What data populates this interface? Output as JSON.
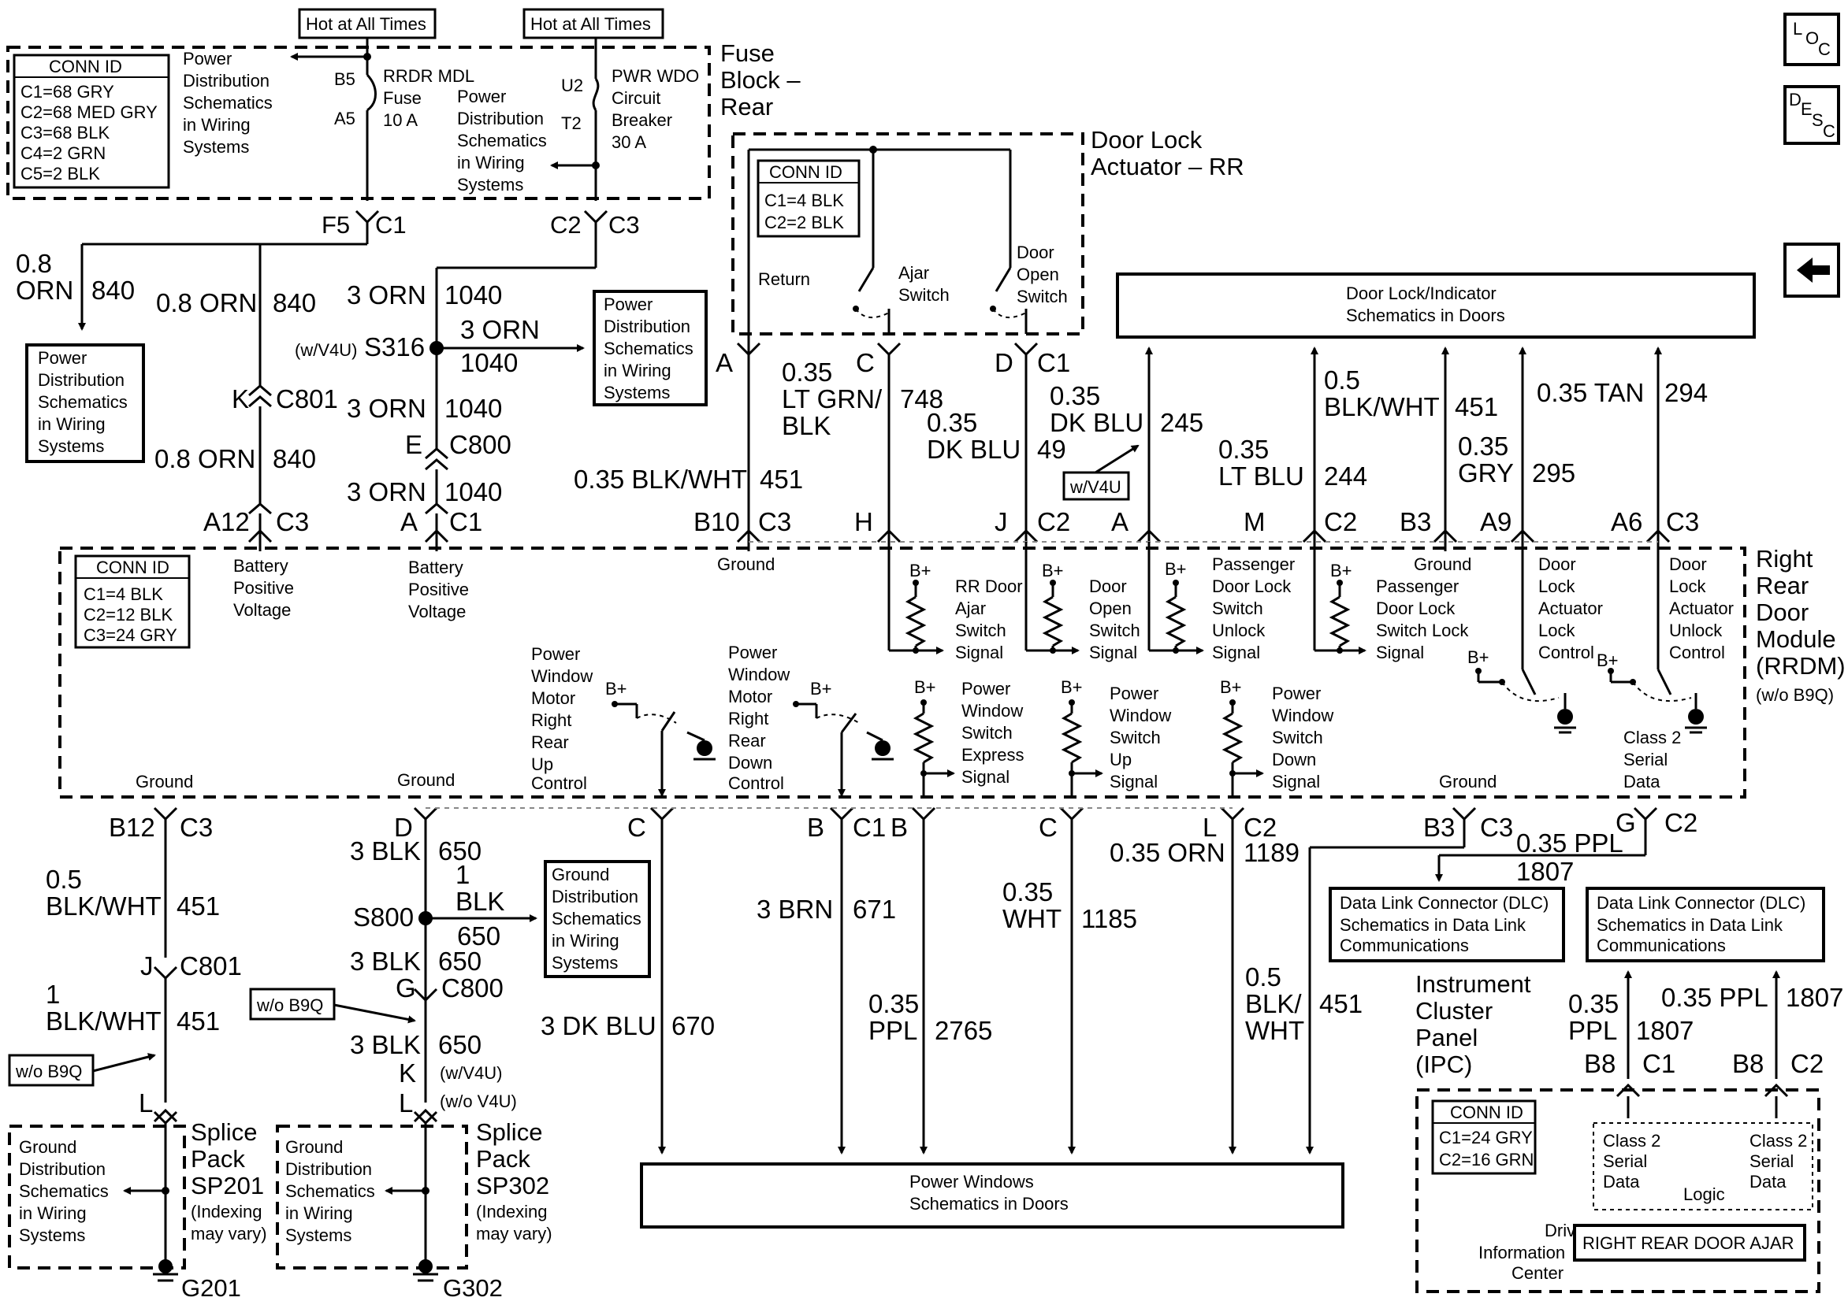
{
  "fuse_block": {
    "title": [
      "Fuse",
      "Block –",
      "Rear"
    ],
    "hot_label": "Hot at All Times",
    "conn_id_title": "CONN ID",
    "conn_ids": [
      "C1=68 GRY",
      "C2=68 MED GRY",
      "C3=68 BLK",
      "C4=2 GRN",
      "C5=2 BLK"
    ],
    "power_dist": [
      "Power",
      "Distribution",
      "Schematics",
      "in Wiring",
      "Systems"
    ],
    "fuse_pins": [
      "B5",
      "A5"
    ],
    "fuse_label": [
      "RRDR MDL",
      "Fuse",
      "10 A"
    ],
    "breaker_pins": [
      "U2",
      "T2"
    ],
    "breaker_label": [
      "PWR WDO",
      "Circuit",
      "Breaker",
      "30 A"
    ],
    "conn_c1": [
      "F5",
      "C1"
    ],
    "conn_c3": [
      "C2",
      "C3"
    ]
  },
  "left_wiring": {
    "w1_gauge": [
      "0.8",
      "ORN"
    ],
    "w1_circuit": "840",
    "w2_wire": "0.8 ORN",
    "w2_circuit": "840",
    "c801_pin": "K",
    "c801": "C801",
    "w3_wire": "0.8 ORN",
    "w3_circuit": "840",
    "a12_pin": "A12",
    "a12_conn": "C3",
    "orn1": "3 ORN",
    "c1040": "1040",
    "v4u": "(w/V4U)",
    "s316": "S316",
    "orn2": "3 ORN",
    "c1040b": "1040",
    "orn3": "3 ORN",
    "c1040c": "1040",
    "c800_pin": "E",
    "c800": "C800",
    "orn4": "3 ORN",
    "c1040d": "1040",
    "a_pin": "A",
    "a_conn": "C1",
    "pd_box": [
      "Power",
      "Distribution",
      "Schematics",
      "in Wiring",
      "Systems"
    ]
  },
  "actuator": {
    "title": [
      "Door Lock",
      "Actuator – RR"
    ],
    "conn_id_title": "CONN ID",
    "conn_ids": [
      "C1=4 BLK",
      "C2=2 BLK"
    ],
    "return": "Return",
    "ajar": [
      "Ajar",
      "Switch"
    ],
    "door_open": [
      "Door",
      "Open",
      "Switch"
    ],
    "pin_a": "A",
    "pin_c": "C",
    "pin_d": "D",
    "conn_c1": "C1"
  },
  "door_lock_box": [
    "Door Lock/Indicator",
    "Schematics in Doors"
  ],
  "mid_wires": {
    "w451_gauge": "0.35 BLK/WHT",
    "w451": "451",
    "w748_gauge": [
      "0.35",
      "LT GRN/",
      "BLK"
    ],
    "w748": "748",
    "w49_gauge": [
      "0.35",
      "DK BLU"
    ],
    "w49": "49",
    "w245_gauge": [
      "0.35",
      "DK BLU"
    ],
    "w245": "245",
    "w245_opt": "w/V4U",
    "w244_gauge": [
      "0.35",
      "LT BLU"
    ],
    "w244": "244",
    "w451b_gauge": [
      "0.5",
      "BLK/WHT"
    ],
    "w451b": "451",
    "w295_gauge": [
      "0.35",
      "GRY"
    ],
    "w295": "295",
    "w294_gauge": "0.35 TAN",
    "w294": "294"
  },
  "rrdm_pins": {
    "b10": "B10",
    "c3a": "C3",
    "h": "H",
    "j": "J",
    "c2a": "C2",
    "a": "A",
    "m": "M",
    "c2b": "C2",
    "b3": "B3",
    "a9": "A9",
    "a6": "A6",
    "c3b": "C3"
  },
  "rrdm": {
    "title": [
      "Right",
      "Rear",
      "Door",
      "Module",
      "(RRDM)"
    ],
    "opt": "(w/o B9Q)",
    "conn_id_title": "CONN ID",
    "conn_ids": [
      "C1=4 BLK",
      "C2=12 BLK",
      "C3=24 GRY"
    ],
    "batt1": [
      "Battery",
      "Positive",
      "Voltage"
    ],
    "batt2": [
      "Battery",
      "Positive",
      "Voltage"
    ],
    "ground_top": "Ground",
    "rr_ajar": [
      "RR Door",
      "Ajar",
      "Switch",
      "Signal"
    ],
    "door_open": [
      "Door",
      "Open",
      "Switch",
      "Signal"
    ],
    "pass_unlock": [
      "Passenger",
      "Door Lock",
      "Switch",
      "Unlock",
      "Signal"
    ],
    "pass_lock": [
      "Ground",
      "Passenger",
      "Door Lock",
      "Switch Lock",
      "Signal"
    ],
    "act_lock": [
      "Door",
      "Lock",
      "Actuator",
      "Lock",
      "Control"
    ],
    "act_unlock": [
      "Door",
      "Lock",
      "Actuator",
      "Unlock",
      "Control"
    ],
    "pw_up": [
      "Power",
      "Window",
      "Motor",
      "Right",
      "Rear",
      "Up",
      "Control"
    ],
    "pw_down": [
      "Power",
      "Window",
      "Motor",
      "Right",
      "Rear",
      "Down",
      "Control"
    ],
    "pw_express": [
      "Power",
      "Window",
      "Switch",
      "Express",
      "Signal"
    ],
    "pw_sw_up": [
      "Power",
      "Window",
      "Switch",
      "Up",
      "Signal"
    ],
    "pw_sw_down": [
      "Power",
      "Window",
      "Switch",
      "Down",
      "Signal"
    ],
    "class2": [
      "Class 2",
      "Serial",
      "Data"
    ],
    "bplus": "B+",
    "ground_l1": "Ground",
    "ground_l2": "Ground",
    "ground_r": "Ground"
  },
  "bottom": {
    "b12": "B12",
    "c3": "C3",
    "w451_gauge": [
      "0.5",
      "BLK/WHT"
    ],
    "w451": "451",
    "j_pin": "J",
    "c801": "C801",
    "w451b_gauge": [
      "1",
      "BLK/WHT"
    ],
    "w451b": "451",
    "wob9q1": "w/o B9Q",
    "l_pin": "L",
    "d_pin": "D",
    "blk3": "3 BLK",
    "c650": "650",
    "blk1_gauge": [
      "1",
      "BLK"
    ],
    "c650b": "650",
    "s800": "S800",
    "blk3b": "3 BLK",
    "c650c": "650",
    "g_pin": "G",
    "c800": "C800",
    "wob9q2": "w/o B9Q",
    "blk3c": "3 BLK",
    "c650d": "650",
    "k_pin": "K",
    "v4u": "(w/V4U)",
    "l_pin2": "L",
    "wov4u": "(w/o V4U)",
    "gnd_box": [
      "Ground",
      "Distribution",
      "Schematics",
      "in Wiring",
      "Systems"
    ],
    "c_pin": "C",
    "dkblu": "3 DK BLU",
    "c670": "670",
    "b_pin": "B",
    "c1": "C1",
    "brn": "3 BRN",
    "c671": "671",
    "b_pin2": "B",
    "ppl": [
      "0.35",
      "PPL"
    ],
    "c2765": "2765",
    "c_pin2": "C",
    "wht": [
      "0.35",
      "WHT"
    ],
    "c1185": "1185",
    "l_pin3": "L",
    "c2": "C2",
    "orn": "0.35 ORN",
    "c1189": "1189",
    "blkwht": [
      "0.5",
      "BLK/",
      "WHT"
    ],
    "c451": "451",
    "b3": "B3",
    "c3b": "C3",
    "ppl1807": "0.35 PPL",
    "c1807": "1807",
    "g2": "G",
    "c2b": "C2",
    "dlc1": [
      "Data Link Connector (DLC)",
      "Schematics in Data Link",
      "Communications"
    ],
    "dlc2": [
      "Data Link Connector (DLC)",
      "Schematics in Data Link",
      "Communications"
    ],
    "power_windows": [
      "Power Windows",
      "Schematics in Doors"
    ],
    "sp201_gnd": [
      "Ground",
      "Distribution",
      "Schematics",
      "in Wiring",
      "Systems"
    ],
    "sp201": [
      "Splice",
      "Pack",
      "SP201",
      "(Indexing",
      "may vary)"
    ],
    "g201": "G201",
    "sp302_gnd": [
      "Ground",
      "Distribution",
      "Schematics",
      "in Wiring",
      "Systems"
    ],
    "sp302": [
      "Splice",
      "Pack",
      "SP302",
      "(Indexing",
      "may vary)"
    ],
    "g302": "G302"
  },
  "ipc": {
    "title": [
      "Instrument",
      "Cluster",
      "Panel",
      "(IPC)"
    ],
    "w1_gauge": [
      "0.35",
      "PPL"
    ],
    "w1": "1807",
    "w2_gauge": "0.35 PPL",
    "w2": "1807",
    "b8a": "B8",
    "c1": "C1",
    "b8b": "B8",
    "c2": "C2",
    "conn_id_title": "CONN ID",
    "conn_ids": [
      "C1=24 GRY",
      "C2=16 GRN"
    ],
    "class2a": [
      "Class 2",
      "Serial",
      "Data"
    ],
    "class2b": [
      "Class 2",
      "Serial",
      "Data"
    ],
    "logic": "Logic",
    "dic": [
      "Driver",
      "Information",
      "Center"
    ],
    "message": "RIGHT REAR DOOR AJAR"
  },
  "icons": {
    "loc": "LOC",
    "desc": "DESC"
  }
}
